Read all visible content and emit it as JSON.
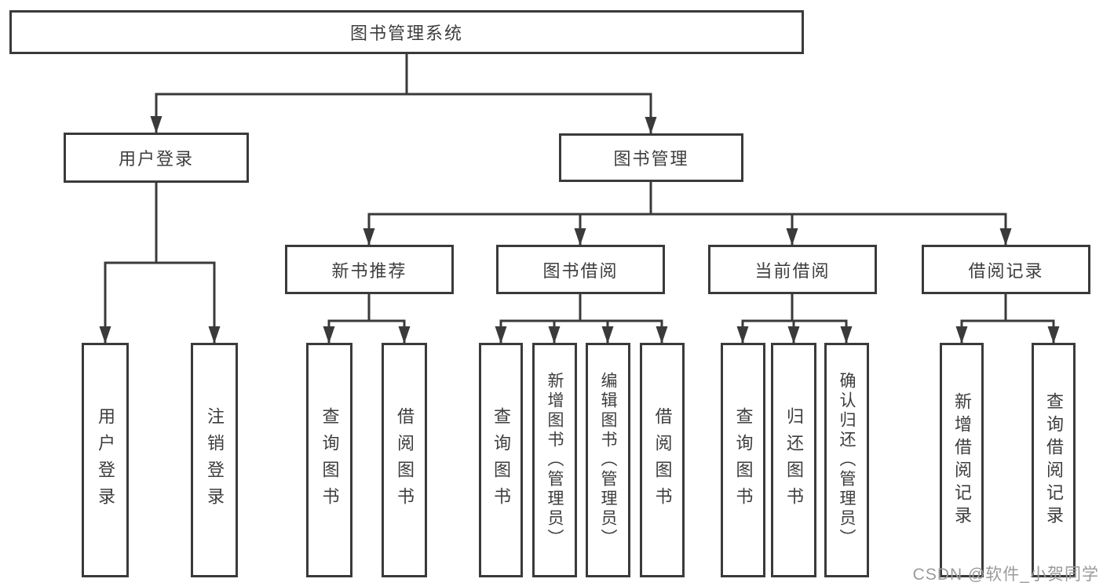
{
  "diagram": {
    "title_node": "图书管理系统",
    "level2": {
      "user_login": "用户登录",
      "book_management": "图书管理"
    },
    "level3": {
      "new_book_recommend": "新书推荐",
      "book_borrowing": "图书借阅",
      "current_borrowing": "当前借阅",
      "borrowing_records": "借阅记录"
    },
    "leaves": {
      "user_login": "用户登录",
      "logout": "注销登录",
      "nb_query_books": "查询图书",
      "nb_borrow_books": "借阅图书",
      "bb_query_books": "查询图书",
      "bb_add_books_admin": "新增图书（管理员）",
      "bb_edit_books_admin": "编辑图书（管理员）",
      "bb_borrow_books": "借阅图书",
      "cb_query_books": "查询图书",
      "cb_return_books": "归还图书",
      "cb_confirm_return_admin": "确认归还（管理员）",
      "br_add_record": "新增借阅记录",
      "br_query_record": "查询借阅记录"
    }
  },
  "watermark": "CSDN @软件_小贺同学",
  "colors": {
    "line": "#3a3a3a",
    "box_border": "#3a3a3a",
    "text": "#3d3d3d",
    "watermark": "#9a9a9a",
    "background": "#ffffff"
  }
}
